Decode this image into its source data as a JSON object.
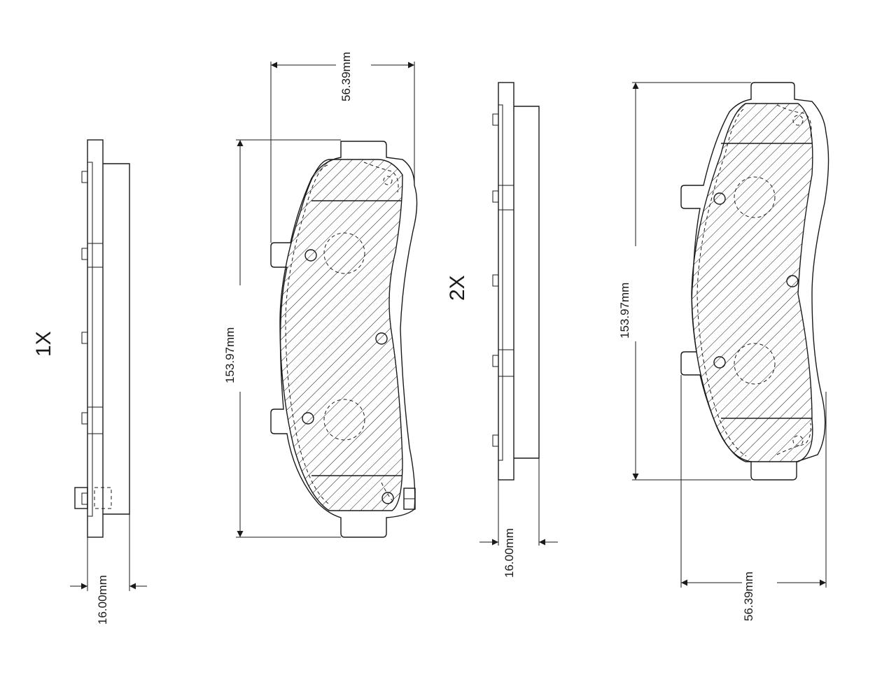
{
  "drawing": {
    "left_set": {
      "quantity": "1X",
      "height_dim": "153.97mm",
      "width_dim": "56.39mm",
      "thickness_dim": "16.00mm"
    },
    "right_set": {
      "quantity": "2X",
      "height_dim": "153.97mm",
      "width_dim": "56.39mm",
      "thickness_dim": "16.00mm"
    }
  }
}
